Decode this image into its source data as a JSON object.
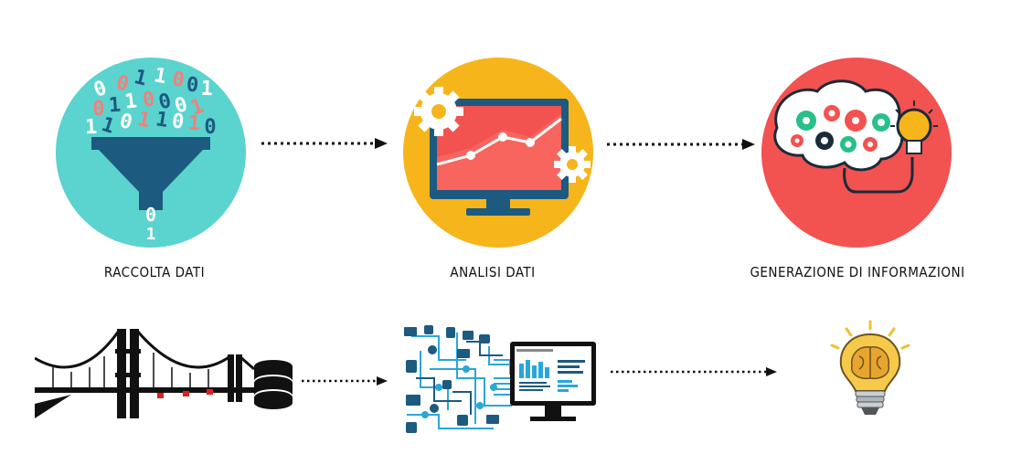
{
  "steps": [
    {
      "label": "RACCOLTA DATI",
      "icon": "funnel-data-icon",
      "color": "#5bd3cf"
    },
    {
      "label": "ANALISI DATI",
      "icon": "monitor-chart-icon",
      "color": "#f7b51c"
    },
    {
      "label": "GENERAZIONE DI INFORMAZIONI",
      "icon": "brain-lightbulb-icon",
      "color": "#f25250"
    }
  ],
  "funnel_digits": [
    "0",
    "0",
    "1",
    "1",
    "0",
    "0",
    "1",
    "0",
    "1",
    "1",
    "0",
    "0",
    "0",
    "1",
    "1",
    "0",
    "1",
    "1",
    "0",
    "1",
    "0",
    "1"
  ],
  "bottom_row": [
    {
      "icon": "bridge-sensors-icon"
    },
    {
      "icon": "database-icon"
    },
    {
      "icon": "data-network-dashboard-icon"
    },
    {
      "icon": "lightbulb-brain-icon"
    }
  ],
  "colors": {
    "arrow": "#111111",
    "teal": "#5bd3cf",
    "yellow": "#f7b51c",
    "red": "#f25250",
    "navy": "#1d5a80"
  }
}
